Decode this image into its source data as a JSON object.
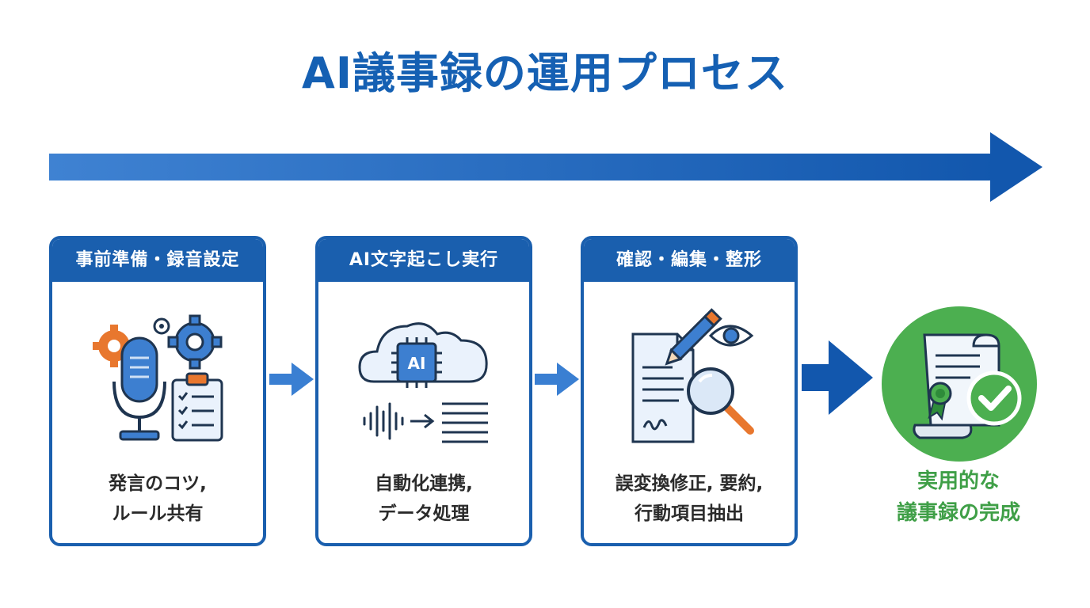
{
  "title": "AI議事録の運用プロセス",
  "steps": [
    {
      "header": "事前準備・録音設定",
      "desc_line1": "発言のコツ,",
      "desc_line2": "ルール共有",
      "icon": "microphone-gears-clipboard-icon"
    },
    {
      "header": "AI文字起こし実行",
      "desc_line1": "自動化連携,",
      "desc_line2": "データ処理",
      "icon": "ai-cloud-transcription-icon",
      "chip_label": "AI"
    },
    {
      "header": "確認・編集・整形",
      "desc_line1": "誤変換修正, 要約,",
      "desc_line2": "行動項目抽出",
      "icon": "document-pen-magnifier-eye-icon"
    }
  ],
  "result": {
    "line1": "実用的な",
    "line2": "議事録の完成",
    "icon": "certificate-check-icon"
  },
  "colors": {
    "primary": "#1a5fae",
    "accent_orange": "#e8772e",
    "success_green": "#4caf50"
  }
}
